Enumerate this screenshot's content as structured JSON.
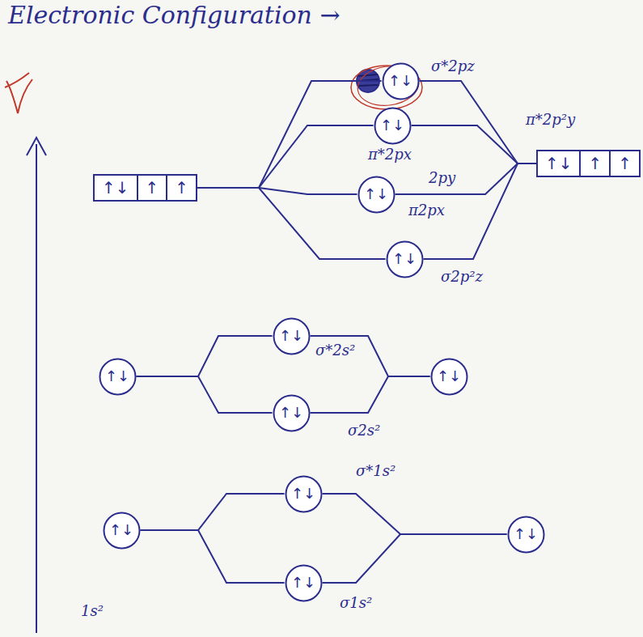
{
  "diagram": {
    "title": "Electronic Configuration →",
    "nodes": [
      {
        "text": [
          "↑↓",
          "↑",
          "↑"
        ]
      },
      {
        "text": [
          "↑↓"
        ]
      },
      {
        "text": [
          "↑↓"
        ]
      },
      {
        "text": [
          "↑↓",
          "↑",
          "↑"
        ]
      },
      {
        "text": [
          "↑↓"
        ]
      },
      {
        "text": [
          "↑↓"
        ]
      },
      {
        "text": [
          "↑↓"
        ]
      },
      {
        "text": [
          "↑↓"
        ]
      },
      {
        "text": [
          "↑↓"
        ]
      },
      {
        "text": [
          "↑↓"
        ]
      },
      {
        "text": [
          "↑↓"
        ]
      },
      {
        "text": [
          "↑↓"
        ]
      },
      {
        "text": [
          "↑↓"
        ]
      },
      {
        "text": [
          "↑↓"
        ]
      }
    ],
    "edges": [
      {
        "from": 0,
        "to": 1,
        "arrow": "none"
      },
      {
        "from": 0,
        "to": 2,
        "arrow": "none"
      },
      {
        "from": 0,
        "to": 4,
        "arrow": "none"
      },
      {
        "from": 0,
        "to": 5,
        "arrow": "none"
      },
      {
        "from": 1,
        "to": 3,
        "arrow": "none"
      },
      {
        "from": 2,
        "to": 3,
        "arrow": "none"
      },
      {
        "from": 4,
        "to": 3,
        "arrow": "none"
      },
      {
        "from": 5,
        "to": 3,
        "arrow": "none"
      },
      {
        "from": 6,
        "to": 7,
        "arrow": "none"
      },
      {
        "from": 6,
        "to": 9,
        "arrow": "none"
      },
      {
        "from": 7,
        "to": 8,
        "arrow": "none"
      },
      {
        "from": 9,
        "to": 8,
        "arrow": "none"
      },
      {
        "from": 10,
        "to": 11,
        "arrow": "none"
      },
      {
        "from": 10,
        "to": 13,
        "arrow": "none"
      },
      {
        "from": 11,
        "to": 12,
        "arrow": "none"
      },
      {
        "from": 13,
        "to": 12,
        "arrow": "none"
      }
    ],
    "labels": [
      "σ*2pz",
      "π*2px",
      "π*2p²y",
      "2py",
      "π2px",
      "σ2p²z",
      "σ*2s²",
      "σ2s²",
      "σ*1s²",
      "σ1s²",
      "1s²"
    ]
  }
}
